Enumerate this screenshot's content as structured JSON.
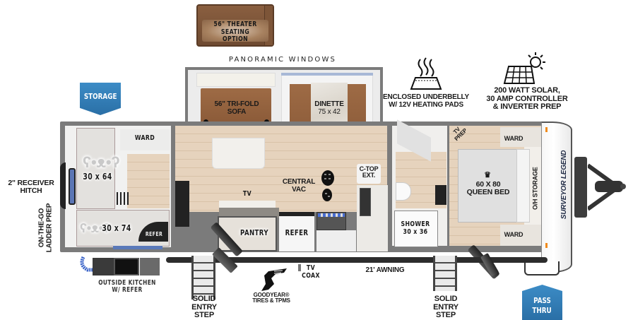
{
  "floorplan": {
    "model_logo": "SURVEYOR LEGEND",
    "badges": {
      "storage": "STORAGE",
      "pass_thru": [
        "PASS",
        "THRU"
      ]
    },
    "options": {
      "theater_seating": [
        "56\" THEATER",
        "SEATING OPTION"
      ]
    },
    "features": {
      "panoramic_windows": "PANORAMIC WINDOWS",
      "underbelly": [
        "ENCLOSED UNDERBELLY",
        "W/ 12V HEATING PADS"
      ],
      "solar": [
        "200 WATT SOLAR,",
        "30 AMP CONTROLLER",
        "& INVERTER PREP"
      ],
      "receiver_hitch": [
        "2\" RECEIVER",
        "HITCH"
      ],
      "ladder_prep": [
        "ON-THE-GO",
        "LADDER PREP"
      ],
      "outside_kitchen": [
        "OUTSIDE KITCHEN",
        "W/ REFER"
      ],
      "entry_step_rear": [
        "SOLID ENTRY",
        "STEP"
      ],
      "entry_step_front": [
        "SOLID ENTRY",
        "STEP"
      ],
      "tires": [
        "GOODYEAR®",
        "TIRES & TPMS"
      ],
      "tv_coax": [
        "TV",
        "COAX"
      ],
      "awning": "21' AWNING"
    },
    "rooms": {
      "bunk_upper": "30 x 64",
      "bunk_lower": "30 x 74",
      "bunk_ward": "WARD",
      "bunk_refer": "REFER",
      "sofa": [
        "56\" TRI-FOLD",
        "SOFA"
      ],
      "dinette": [
        "DINETTE",
        "75 x 42"
      ],
      "tv": "TV",
      "central_vac": [
        "CENTRAL",
        "VAC"
      ],
      "ctop_ext": [
        "C-TOP",
        "EXT."
      ],
      "pantry": "PANTRY",
      "refer": "REFER",
      "shower": [
        "SHOWER",
        "30 x 36"
      ],
      "tv_prep": [
        "TV",
        "PREP"
      ],
      "bed": [
        "60 X 80",
        "QUEEN BED"
      ],
      "ward_top": "WARD",
      "ward_bottom": "WARD",
      "oh_storage": "O/H STORAGE"
    }
  }
}
